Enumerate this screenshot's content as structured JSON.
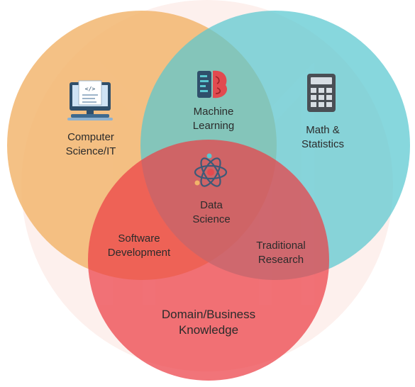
{
  "colors": {
    "computer_science": "#f2b36a",
    "math": "#59c7d0",
    "domain": "#ec3f45",
    "background_watermark": "#f8d8d4"
  },
  "icons": {
    "computer_science": "computer-monitor-icon",
    "machine_learning": "brain-circuit-icon",
    "math": "calculator-icon",
    "data_science": "atom-icon"
  },
  "labels": {
    "computer_science": [
      "Computer",
      "Science/IT"
    ],
    "machine_learning": [
      "Machine",
      "Learning"
    ],
    "math": [
      "Math &",
      "Statistics"
    ],
    "data_science": [
      "Data",
      "Science"
    ],
    "software": [
      "Software",
      "Development"
    ],
    "research": [
      "Traditional",
      "Research"
    ],
    "domain": [
      "Domain/Business",
      "Knowledge"
    ]
  }
}
